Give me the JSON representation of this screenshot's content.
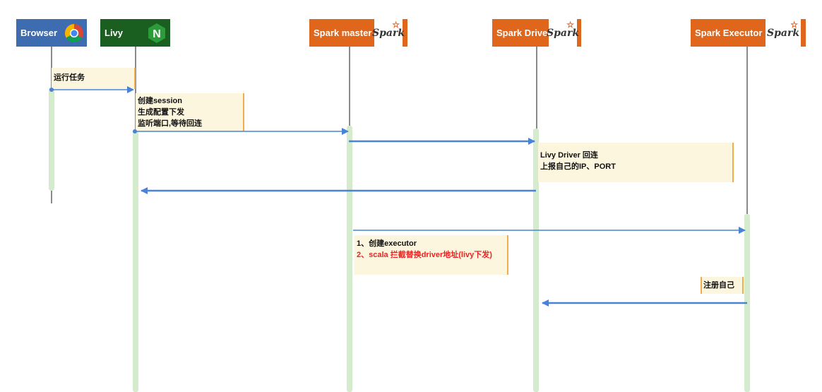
{
  "actors": {
    "browser": "Browser",
    "livy": "Livy",
    "spark_master": "Spark master",
    "spark_driver": "Spark Driver",
    "spark_executor": "Spark Executor",
    "livy_logo": "N",
    "spark_logo": "Spark"
  },
  "notes": {
    "run_task": "运行任务",
    "create_session": [
      "创建session",
      "生成配置下发",
      "监听端口,等待回连"
    ],
    "driver_callback": [
      "Livy Driver 回连",
      "上报自己的IP、PORT"
    ],
    "create_executor": [
      "1、创建executor",
      "2、scala 拦截替换driver地址(livy下发)"
    ],
    "register_self": "注册自己"
  },
  "colors": {
    "browser_blue": "#3e6cb0",
    "livy_green": "#1a5f1f",
    "spark_orange": "#e0661c",
    "arrow_blue": "#4a83d6",
    "activation_green": "#d5ebcd",
    "note_fill": "#fdf6de",
    "note_border": "#f0ad4e",
    "highlight_red": "#ee2222"
  },
  "icons": [
    "chrome-icon",
    "nginx-icon",
    "spark-logo-icon"
  ]
}
